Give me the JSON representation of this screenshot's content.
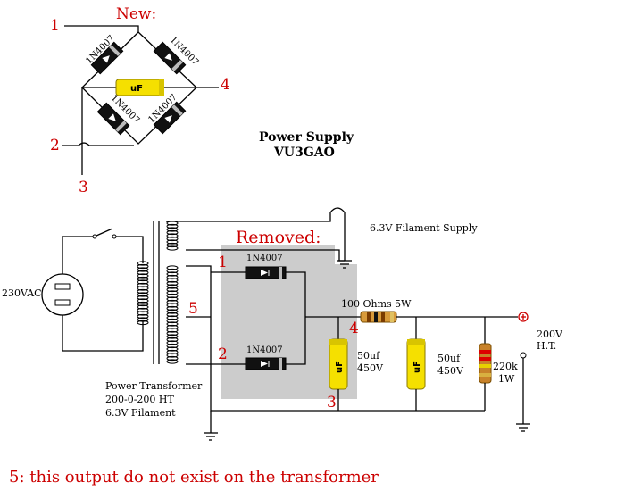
{
  "new_section": {
    "heading": "New:",
    "pins": {
      "p1": "1",
      "p2": "2",
      "p3": "3",
      "p4": "4"
    },
    "diodes": [
      "1N4007",
      "1N4007",
      "1N4007",
      "1N4007"
    ],
    "cap_label": "uF"
  },
  "title": {
    "line1": "Power Supply",
    "line2": "VU3GAO"
  },
  "filament_supply": "6.3V Filament Supply",
  "removed_heading": "Removed:",
  "mains_label": "230VAC",
  "rect_diodes": {
    "top": "1N4007",
    "bottom": "1N4007"
  },
  "markers": {
    "m1": "1",
    "m2": "2",
    "m3": "3",
    "m4": "4",
    "m5": "5"
  },
  "resistor_label": "100 Ohms 5W",
  "caps": {
    "c1": {
      "badge": "uF",
      "value": "50uf",
      "voltage": "450V"
    },
    "c2": {
      "badge": "uF",
      "value": "50uf",
      "voltage": "450V"
    }
  },
  "bleeder": {
    "value": "220k",
    "power": "1W"
  },
  "output": {
    "voltage": "200V",
    "label": "H.T."
  },
  "transformer": {
    "line1": "Power Transformer",
    "line2": "200-0-200 HT",
    "line3": "6.3V Filament"
  },
  "footnote": "5: this output do not exist on the transformer",
  "colors": {
    "accent_red": "#cc0000",
    "removed_box": "#cccccc",
    "cap_yellow": "#f5e000"
  }
}
